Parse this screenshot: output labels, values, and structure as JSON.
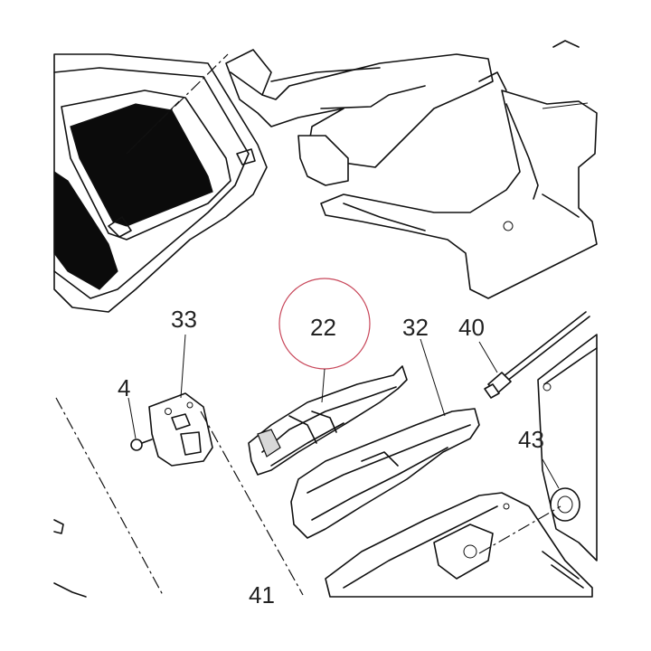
{
  "diagram": {
    "callouts": [
      {
        "id": "p22",
        "label": "22",
        "highlighted": true
      },
      {
        "id": "p32",
        "label": "32"
      },
      {
        "id": "p33",
        "label": "33"
      },
      {
        "id": "p40",
        "label": "40"
      },
      {
        "id": "p4",
        "label": "4"
      },
      {
        "id": "p43",
        "label": "43"
      },
      {
        "id": "p41",
        "label": "41"
      }
    ],
    "highlight_color": "#c8475a"
  }
}
